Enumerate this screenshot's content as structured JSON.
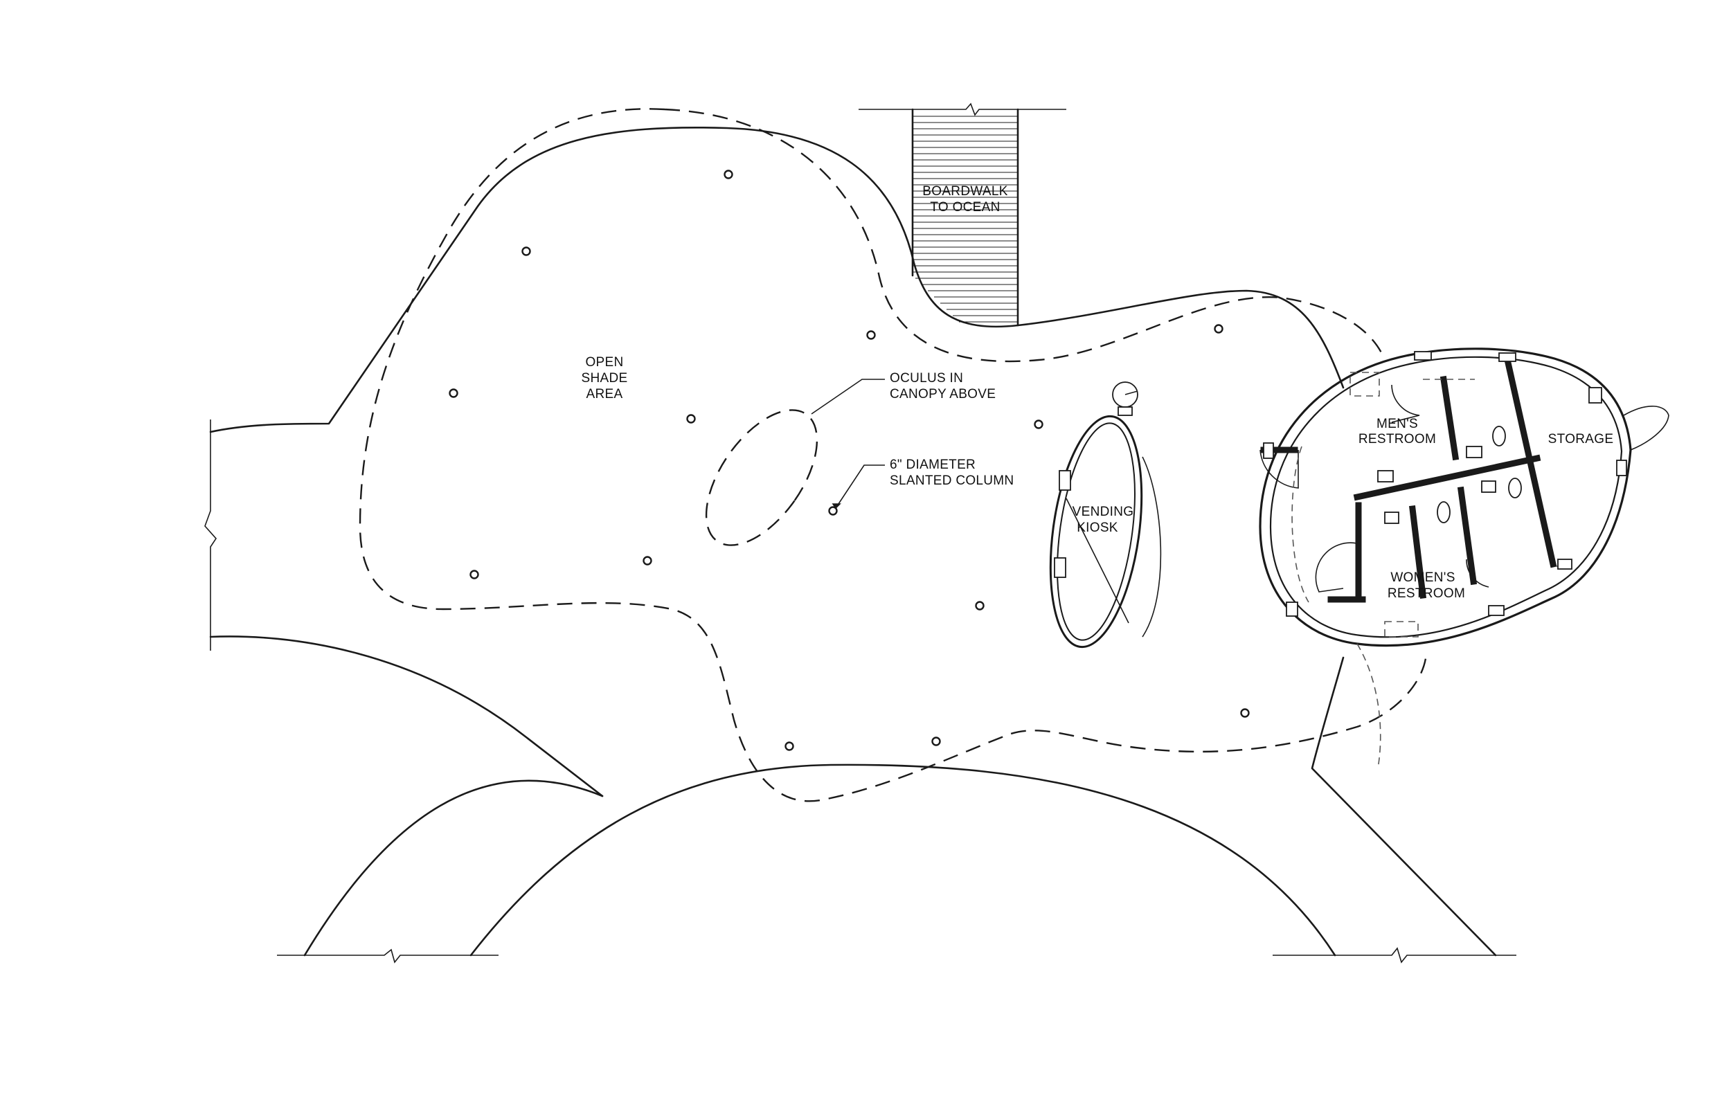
{
  "labels": {
    "boardwalk": [
      "BOARDWALK",
      "TO OCEAN"
    ],
    "open_shade": [
      "OPEN",
      "SHADE",
      "AREA"
    ],
    "oculus": [
      "OCULUS IN",
      "CANOPY ABOVE"
    ],
    "column": [
      "6\" DIAMETER",
      "SLANTED COLUMN"
    ],
    "vending": [
      "VENDING",
      "KIOSK"
    ],
    "mens": [
      "MEN'S",
      "RESTROOM"
    ],
    "storage": "STORAGE",
    "womens": [
      "WOMEN'S",
      "RESTROOM"
    ]
  },
  "columns_count": 14,
  "colors": {
    "line": "#1a1a1a",
    "background": "#ffffff"
  }
}
